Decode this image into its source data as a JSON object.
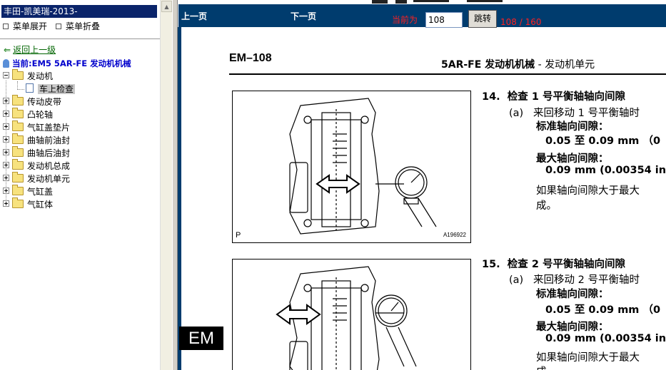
{
  "left": {
    "title": "丰田-凯美瑞-2013-",
    "expand_label": "菜单展开",
    "collapse_label": "菜单折叠",
    "back_label": "返回上一级",
    "current_label": "当前:EM5 5AR-FE 发动机机械",
    "tree": [
      {
        "label": "发动机",
        "state": "open"
      },
      {
        "label": "车上检查",
        "state": "leaf",
        "selected": true
      },
      {
        "label": "传动皮带",
        "state": "closed"
      },
      {
        "label": "凸轮轴",
        "state": "closed"
      },
      {
        "label": "气缸盖垫片",
        "state": "closed"
      },
      {
        "label": "曲轴前油封",
        "state": "closed"
      },
      {
        "label": "曲轴后油封",
        "state": "closed"
      },
      {
        "label": "发动机总成",
        "state": "closed"
      },
      {
        "label": "发动机单元",
        "state": "closed"
      },
      {
        "label": "气缸盖",
        "state": "closed"
      },
      {
        "label": "气缸体",
        "state": "closed"
      }
    ]
  },
  "nav": {
    "prev_label": "上一页",
    "next_label": "下一页",
    "current_label": "当前为",
    "page_value": "108",
    "jump_label": "跳转",
    "page_count": "108 / 160"
  },
  "doc": {
    "page_number": "EM–108",
    "header_bold": "5AR-FE 发动机机械",
    "header_rest": " - 发动机单元",
    "section_tab": "EM",
    "figures": [
      {
        "label": "P",
        "code": "A196922"
      },
      {
        "label": "",
        "code": ""
      }
    ],
    "steps": [
      {
        "num": "14.",
        "title": "检查 1 号平衡轴轴向间隙",
        "sub_label": "(a)",
        "sub_text": "来回移动 1 号平衡轴时",
        "std_title": "标准轴向间隙：",
        "std_value": "0.05 至 0.09 mm （0",
        "max_title": "最大轴向间隙：",
        "max_value": "0.09 mm (0.00354 in",
        "note1": "如果轴向间隙大于最大",
        "note2": "成。"
      },
      {
        "num": "15.",
        "title": "检查 2 号平衡轴轴向间隙",
        "sub_label": "(a)",
        "sub_text": "来回移动 2 号平衡轴时",
        "std_title": "标准轴向间隙：",
        "std_value": "0.05 至 0.09 mm （0",
        "max_title": "最大轴向间隙：",
        "max_value": "0.09 mm (0.00354 in",
        "note1": "如果轴向间隙大于最大",
        "note2": "成"
      }
    ]
  },
  "colors": {
    "nav_bg": "#003c6e",
    "title_bg": "#0a246a",
    "accent_red": "#ff2020",
    "link_blue": "#0000cc"
  }
}
